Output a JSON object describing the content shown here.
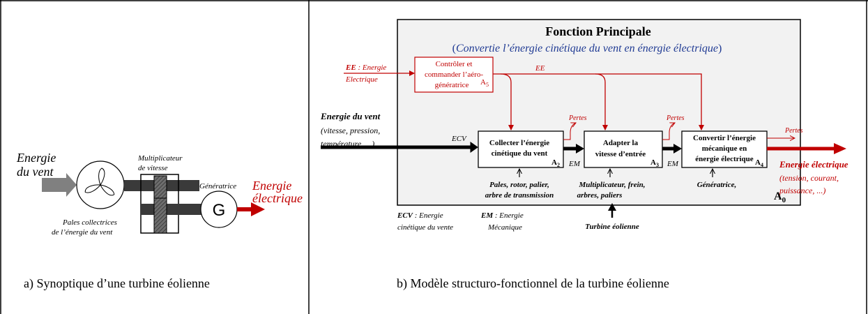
{
  "panel_a": {
    "input_label": [
      "Energie",
      "du vent"
    ],
    "multiplier_label": [
      "Multiplicateur",
      "de vitesse"
    ],
    "generator_label": "Génératrice",
    "generator_symbol": "G",
    "output_label": [
      "Energie",
      "électrique"
    ],
    "blades_label": [
      "Pales collectrices",
      "de l’énergie du vent"
    ],
    "caption": "a) Synoptique d’une turbine éolienne"
  },
  "panel_b": {
    "title": "Fonction Principale",
    "subtitle_open": "(",
    "subtitle_text": "Convertie l’énergie cinétique du vent en énergie électrique",
    "subtitle_close": ")",
    "ee_input_bold": "EE",
    "ee_input_rest": " : Energie",
    "ee_input_line2": "Electrique",
    "control_block": [
      "Contrôler et",
      "commander l’aéro-",
      "génératrice"
    ],
    "control_id_main": "A",
    "control_id_sub": "5",
    "ee_label": "EE",
    "wind_input_title": "Energie du vent",
    "wind_input_lines": [
      "(vitesse, pression,",
      "température, ...)"
    ],
    "ecv_label": "ECV",
    "block_a2": [
      "Collecter l’énergie",
      "cinétique du vent"
    ],
    "block_a2_id_main": "A",
    "block_a2_id_sub": "2",
    "block_a3": [
      "Adapter la",
      "vitesse d’entrée"
    ],
    "block_a3_id_main": "A",
    "block_a3_id_sub": "3",
    "block_a4": [
      "Convertir l’énergie",
      "mécanique en",
      "énergie électrique"
    ],
    "block_a4_id_main": "A",
    "block_a4_id_sub": "4",
    "pertes": "Pertes",
    "em_label": "EM",
    "mech_a2": [
      "Pales, rotor, palier,",
      "arbre de transmission"
    ],
    "mech_a3": [
      "Multiplicateur, frein,",
      "arbres, paliers"
    ],
    "mech_a4": "Génératrice,",
    "a0_main": "A",
    "a0_sub": "0",
    "output_title": "Energie électrique",
    "output_lines": [
      "(tension, courant,",
      "puissance, ...)"
    ],
    "legend_ecv_bold": "ECV",
    "legend_ecv_rest": " : Energie",
    "legend_ecv_line2": "cinétique du vente",
    "legend_em_bold": "EM",
    "legend_em_rest": " : Energie",
    "legend_em_line2": "Mécanique",
    "turbine_label": "Turbine éolienne",
    "caption": "b) Modèle structuro-fonctionnel de la turbine éolienne"
  },
  "colors": {
    "accent_red": "#c00000",
    "box_fill": "#f2f2f2",
    "subtitle_blue": "#1f3a93",
    "arrow_gray": "#7f7f7f"
  }
}
